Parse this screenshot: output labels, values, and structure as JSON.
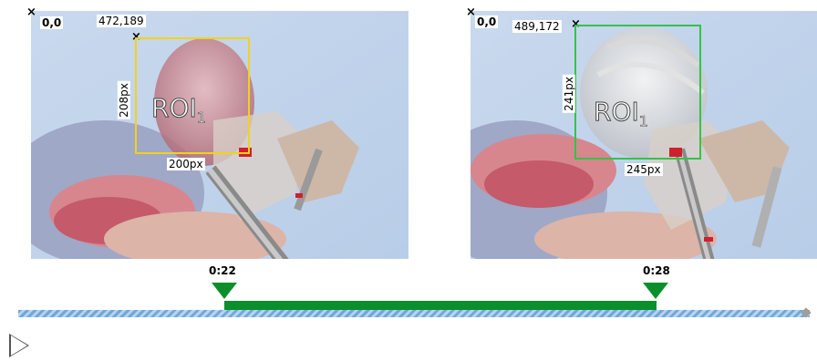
{
  "frames": [
    {
      "origin_label": "0,0",
      "corner_label": "472,189",
      "roi_label": "ROI",
      "roi_sub": "1",
      "roi_color": "#f2d21b",
      "width_label": "200px",
      "height_label": "208px"
    },
    {
      "origin_label": "0,0",
      "corner_label": "489,172",
      "roi_label": "ROI",
      "roi_sub": "1",
      "roi_color": "#35c24a",
      "width_label": "245px",
      "height_label": "241px"
    }
  ],
  "timeline": {
    "start_time": "0:22",
    "end_time": "0:28",
    "segment_color": "#0a8f2c",
    "track_color": "#6fa8dc"
  },
  "controls": {
    "play_icon": "play-icon"
  }
}
